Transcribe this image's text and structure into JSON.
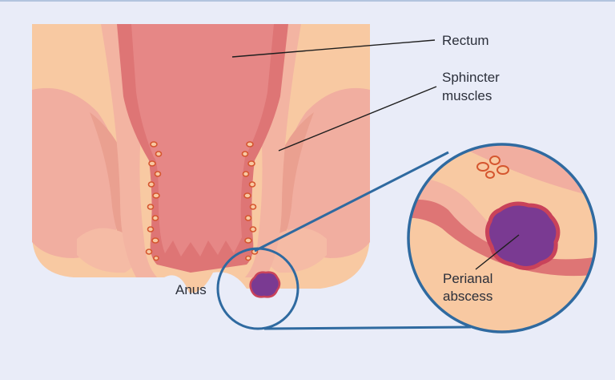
{
  "labels": {
    "rectum": "Rectum",
    "sphincter_line1": "Sphincter",
    "sphincter_line2": "muscles",
    "anus": "Anus",
    "perianal_line1": "Perianal",
    "perianal_line2": "abscess"
  },
  "colors": {
    "background": "#e9ecf8",
    "skin": "#f8c9a2",
    "muscle": "#f1aea0",
    "rectum_wall": "#de7575",
    "rectum_lumen": "#e68786",
    "abscess": "#7a3a92",
    "abscess_rim": "#c9425a",
    "magnifier": "#2f6aa0",
    "leader_line": "#1f1f1f"
  }
}
